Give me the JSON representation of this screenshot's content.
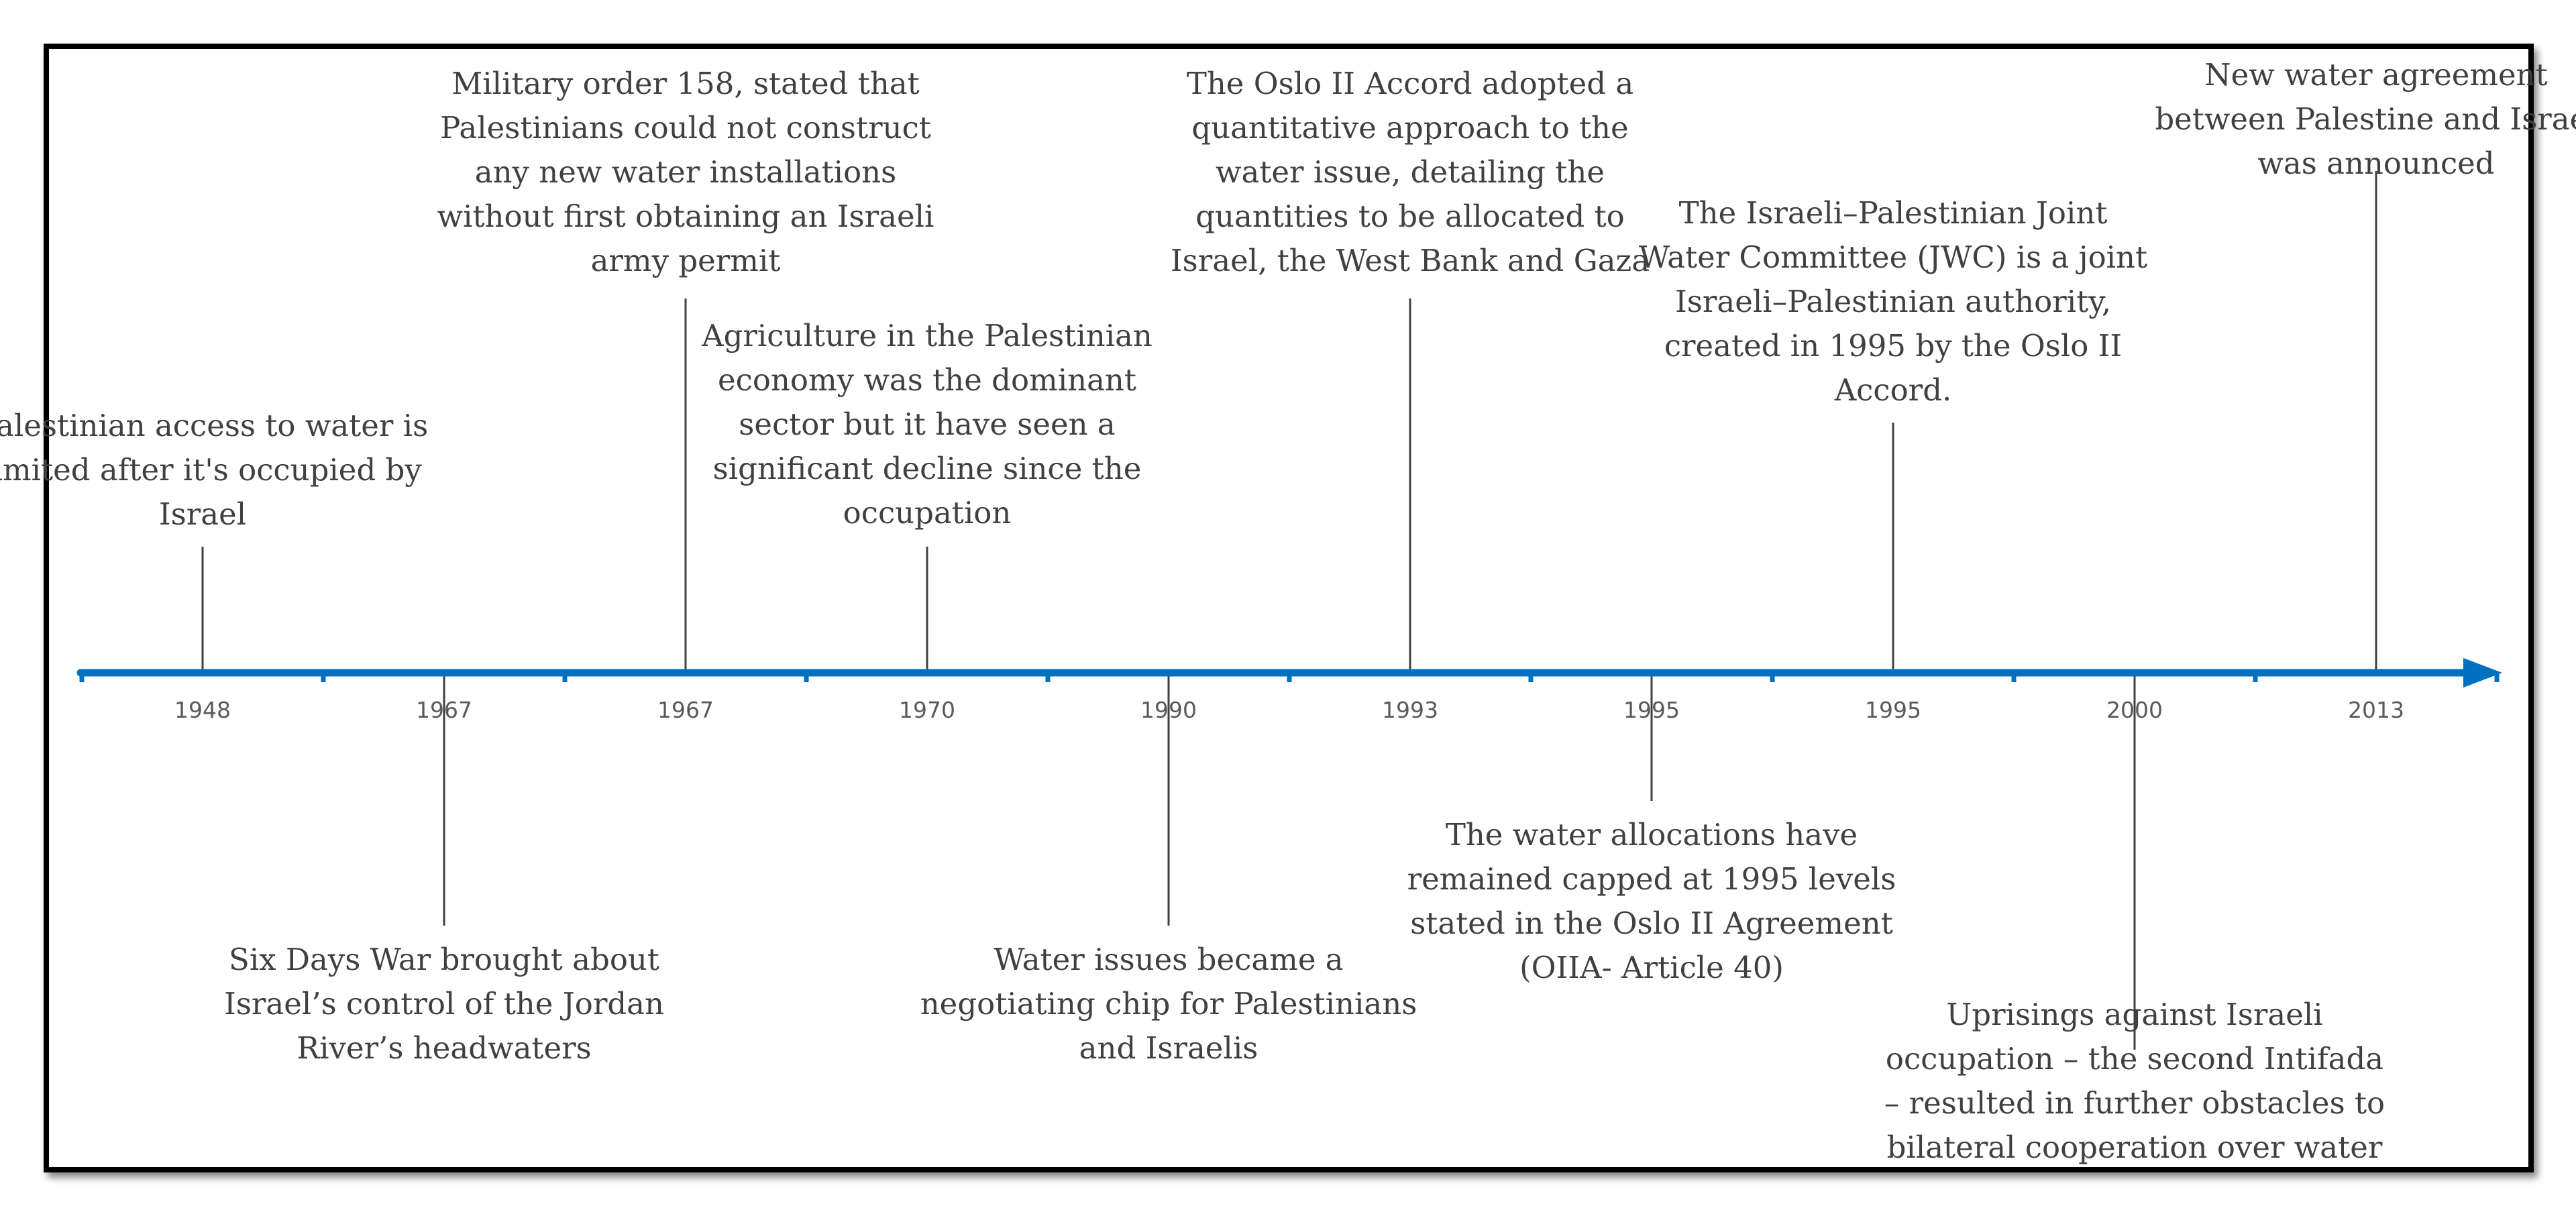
{
  "timeline": {
    "axis_color": "#0070C0",
    "connector_color": "#404040",
    "text_color": "#404040",
    "year_color": "#595959",
    "events": [
      {
        "year": "1948",
        "side": "above",
        "text": "Palestinian access to water is limited after it's occupied by Israel"
      },
      {
        "year": "1967",
        "side": "below",
        "text": "Six Days War brought about Israel’s control of the Jordan River’s headwaters"
      },
      {
        "year": "1967",
        "side": "above",
        "text": "Military order 158, stated that Palestinians could not construct any new water installations without first obtaining an Israeli army permit"
      },
      {
        "year": "1970",
        "side": "above",
        "text": "Agriculture in the Palestinian economy was the dominant sector but it have seen a significant decline since the occupation"
      },
      {
        "year": "1990",
        "side": "below",
        "text": "Water issues became a negotiating chip for Palestinians and Israelis"
      },
      {
        "year": "1993",
        "side": "above",
        "text": "The Oslo II Accord adopted a quantitative approach to the water issue, detailing the quantities to be allocated to Israel, the West Bank and Gaza"
      },
      {
        "year": "1995",
        "side": "below",
        "text": "The water allocations have remained capped at 1995 levels stated in the Oslo II Agreement (OIIA- Article 40)"
      },
      {
        "year": "1995",
        "side": "above",
        "text": "The Israeli–Palestinian Joint Water Committee (JWC) is a joint Israeli–Palestinian authority, created in 1995 by the Oslo II Accord."
      },
      {
        "year": "2000",
        "side": "below",
        "text": "Uprisings against Israeli occupation – the second Intifada – resulted in further obstacles to bilateral cooperation over water"
      },
      {
        "year": "2013",
        "side": "above",
        "text": "New water agreement between Palestine and Israel was announced"
      }
    ]
  }
}
